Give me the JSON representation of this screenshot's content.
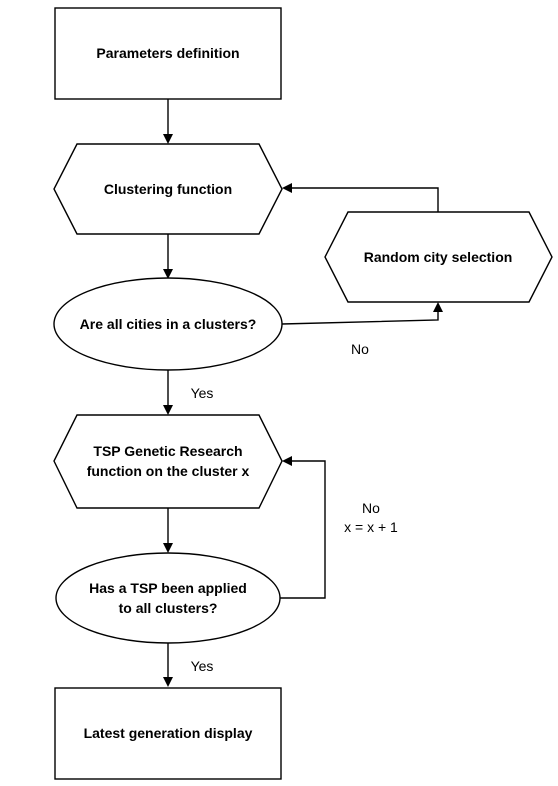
{
  "nodes": {
    "parameters_definition": "Parameters definition",
    "clustering_function": "Clustering function",
    "random_city_selection": "Random city selection",
    "all_cities_question": "Are all cities in a clusters?",
    "tsp_genetic_line1": "TSP Genetic Research",
    "tsp_genetic_line2": "function on the cluster x",
    "tsp_applied_line1": "Has a TSP been applied",
    "tsp_applied_line2": "to all clusters?",
    "latest_generation_display": "Latest generation display"
  },
  "edges": {
    "no_label_1": "No",
    "yes_label_1": "Yes",
    "no_label_2": "No",
    "increment_label": "x = x + 1",
    "yes_label_2": "Yes"
  }
}
